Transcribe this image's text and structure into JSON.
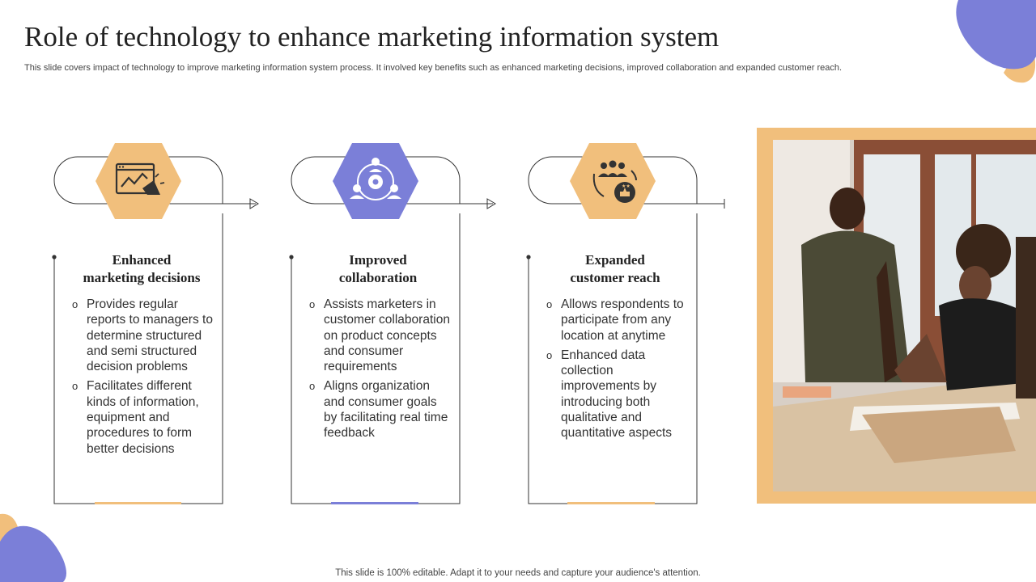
{
  "title": "Role of technology to enhance marketing information system",
  "subtitle": "This slide covers impact of technology to improve marketing information system process. It involved key benefits such as enhanced marketing decisions, improved collaboration and expanded customer reach.",
  "footer": "This slide is 100% editable. Adapt it to your needs and capture your audience's attention.",
  "colors": {
    "orange": "#f1bf7c",
    "purple": "#7b7fd8",
    "line": "#333333"
  },
  "cards": [
    {
      "icon": "analytics-megaphone-icon",
      "title_line1": "Enhanced",
      "title_line2": "marketing decisions",
      "bullets": [
        "Provides regular reports to managers to determine structured and semi structured decision problems",
        "Facilitates different kinds of information, equipment and procedures to form better decisions"
      ]
    },
    {
      "icon": "team-collaboration-icon",
      "title_line1": "Improved",
      "title_line2": "collaboration",
      "bullets": [
        "Assists marketers in customer collaboration on product concepts and consumer requirements",
        "Aligns organization and consumer goals by facilitating real time feedback"
      ]
    },
    {
      "icon": "customer-reach-icon",
      "title_line1": "Expanded",
      "title_line2": "customer reach",
      "bullets": [
        "Allows respondents to participate from any location at anytime",
        "Enhanced data collection improvements by introducing both qualitative and quantitative aspects"
      ]
    }
  ]
}
